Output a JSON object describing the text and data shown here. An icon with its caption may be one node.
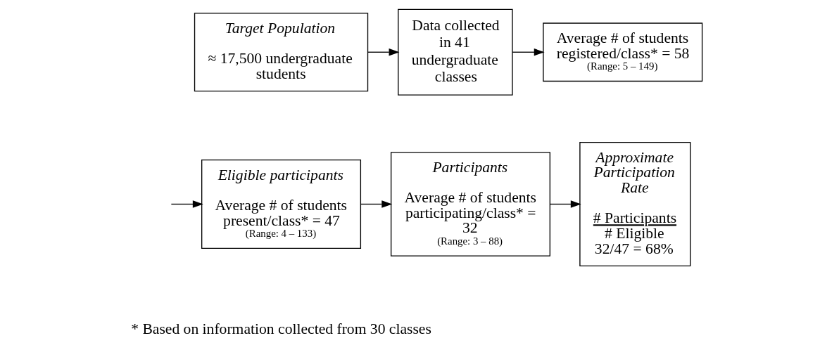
{
  "diagram": {
    "nodes": [
      {
        "text": [
          "Target Population",
          "≈ 17,500 undergraduate students"
        ]
      },
      {
        "text": [
          "Data collected in 41 undergraduate classes"
        ]
      },
      {
        "text": [
          "Average # of students registered/class* = 58",
          "(Range: 5 – 149)"
        ]
      },
      {
        "text": [
          "Eligible participants",
          "Average # of students present/class* = 47",
          "(Range: 4 – 133)"
        ]
      },
      {
        "text": [
          "Participants",
          "Average # of students participating/class* = 32",
          "(Range: 3 – 88)"
        ]
      },
      {
        "text": [
          "Approximate Participation Rate",
          "# Participants",
          "# Eligible",
          "32/47 = 68%"
        ]
      }
    ],
    "edges": [
      {
        "from": 0,
        "to": 1,
        "arrow": "to"
      },
      {
        "from": 1,
        "to": 2,
        "arrow": "to"
      },
      {
        "from": null,
        "to": 3,
        "arrow": "to"
      },
      {
        "from": 3,
        "to": 4,
        "arrow": "to"
      },
      {
        "from": 4,
        "to": 5,
        "arrow": "to"
      }
    ],
    "labels": [
      "* Based on information collected from 30 classes"
    ]
  }
}
